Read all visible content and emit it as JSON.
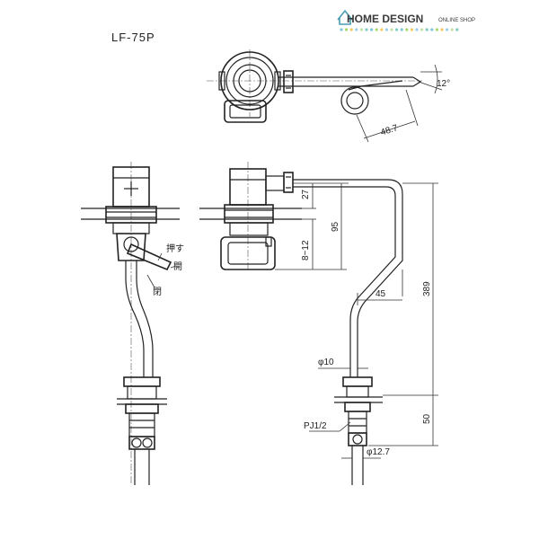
{
  "logo": {
    "name": "HOME DESIGN",
    "tagline": "ONLINE SHOP",
    "dot_colors": [
      "#7fc7d9",
      "#a6d96a",
      "#f6c85f",
      "#9ad0ec",
      "#c5e1a5",
      "#80cbc4"
    ]
  },
  "model": "LF-75P",
  "labels": {
    "push": "押す",
    "open": "開",
    "close": "閉"
  },
  "dimensions": {
    "angle": "12°",
    "offset_48_7": "48.7",
    "d27": "27",
    "d95": "95",
    "d8_12": "8~12",
    "d389": "389",
    "d45": "45",
    "d10": "φ10",
    "d50": "50",
    "thread": "PJ1/2",
    "d12_7": "φ12.7"
  }
}
